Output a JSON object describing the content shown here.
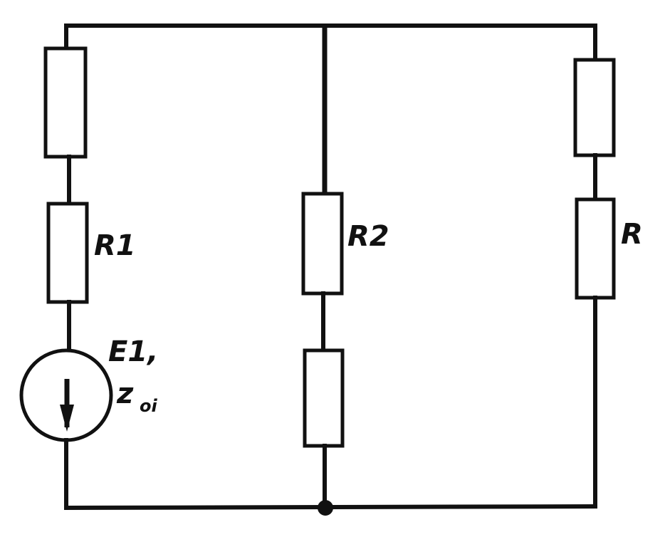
{
  "labels": {
    "r1": "R1",
    "r2": "R2",
    "r": "R",
    "e1": "E1,",
    "z_main": "z",
    "z_sub": "oi"
  },
  "colors": {
    "ink": "#111111",
    "background": "#ffffff"
  },
  "icons": {
    "source": "current-source-arrow-down-icon",
    "junction": "junction-dot-icon"
  }
}
